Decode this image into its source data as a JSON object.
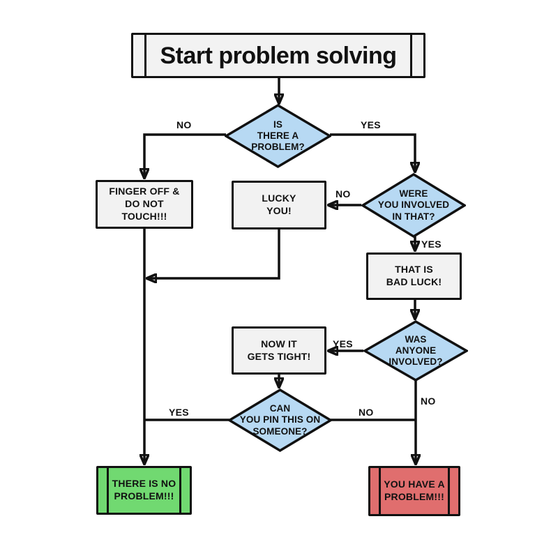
{
  "colors": {
    "background": "#ffffff",
    "line": "#111111",
    "text": "#111111",
    "box_fill": "#f2f2f2",
    "diamond_fill": "#b7d9f3",
    "green_fill": "#71d971",
    "red_fill": "#e06e6e"
  },
  "nodes": {
    "start": "Start problem solving",
    "d1": "IS\nTHERE A\nPROBLEM?",
    "finger": "FINGER OFF &\nDO NOT\nTOUCH!!!",
    "lucky": "LUCKY\nYOU!",
    "d2": "WERE\nYOU INVOLVED\nIN THAT?",
    "badluck": "THAT IS\nBAD LUCK!",
    "d3": "WAS\nANYONE\nINVOLVED?",
    "now": "NOW IT\nGETS TIGHT!",
    "d4": "CAN\nYOU PIN THIS ON\nSOMEONE?",
    "no_problem": "THERE IS NO\nPROBLEM!!!",
    "have_problem": "YOU HAVE A\nPROBLEM!!!"
  },
  "edge_labels": {
    "d1_no": "NO",
    "d1_yes": "YES",
    "d2_no": "NO",
    "d2_yes": "YES",
    "d3_yes": "YES",
    "d3_no": "NO",
    "d4_yes": "YES",
    "d4_no": "NO"
  }
}
